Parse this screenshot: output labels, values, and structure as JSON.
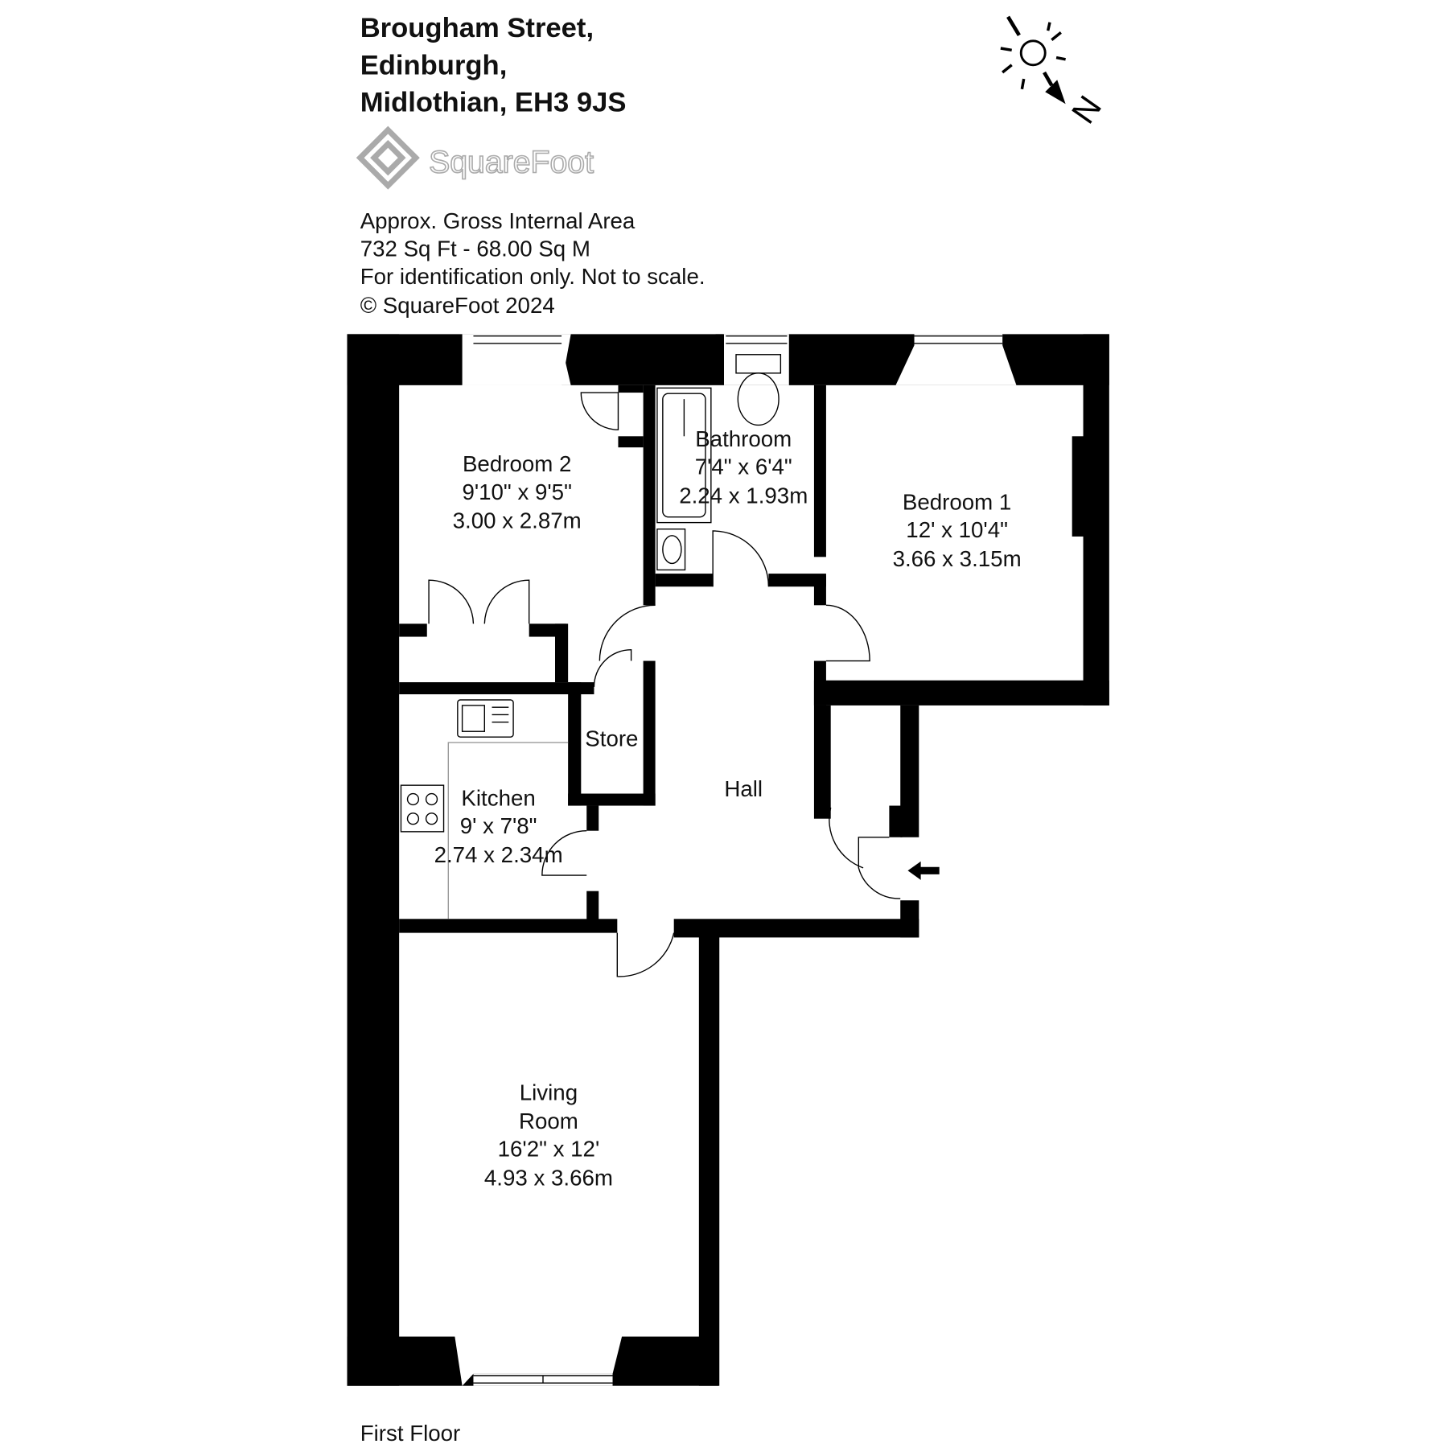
{
  "address": {
    "line1": "Brougham Street,",
    "line2": "Edinburgh,",
    "line3": "Midlothian, EH3 9JS"
  },
  "logo": {
    "text": "SquareFoot"
  },
  "info": {
    "line1": "Approx. Gross Internal Area",
    "line2": "732 Sq Ft  -  68.00 Sq M",
    "line3": "For identification only. Not to scale.",
    "line4": "© SquareFoot 2024"
  },
  "compass": {
    "label": "N"
  },
  "rooms": {
    "bedroom2": {
      "name": "Bedroom 2",
      "imperial": "9'10\" x 9'5\"",
      "metric": "3.00 x 2.87m"
    },
    "bathroom": {
      "name": "Bathroom",
      "imperial": "7'4\" x 6'4\"",
      "metric": "2.24 x 1.93m"
    },
    "bedroom1": {
      "name": "Bedroom 1",
      "imperial": "12' x 10'4\"",
      "metric": "3.66 x 3.15m"
    },
    "store": {
      "name": "Store"
    },
    "hall": {
      "name": "Hall"
    },
    "kitchen": {
      "name": "Kitchen",
      "imperial": "9' x 7'8\"",
      "metric": "2.74 x 2.34m"
    },
    "living": {
      "name1": "Living",
      "name2": "Room",
      "imperial": "16'2\" x 12'",
      "metric": "4.93 x 3.66m"
    }
  },
  "floor_label": "First Floor"
}
